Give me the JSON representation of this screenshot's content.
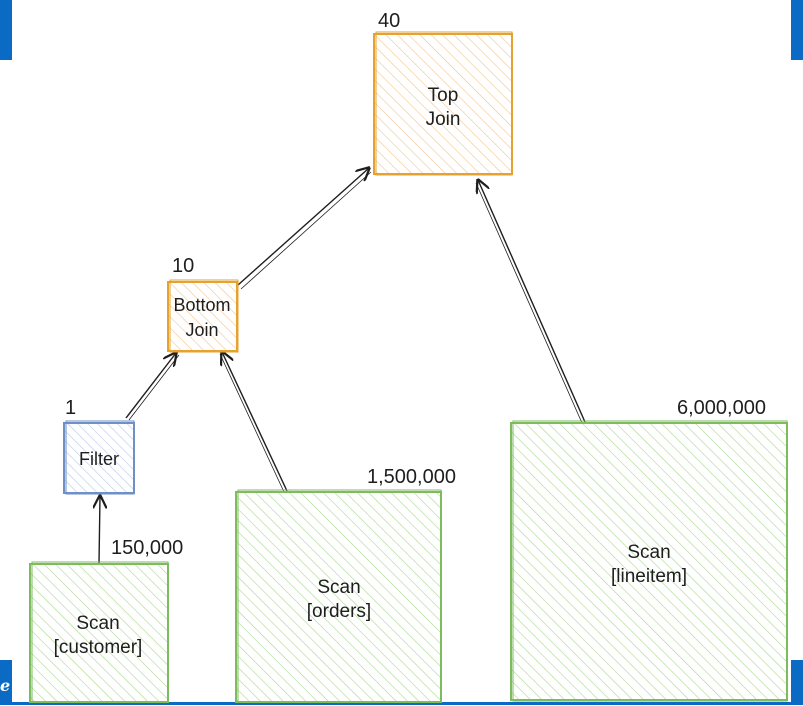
{
  "colors": {
    "accent_blue": "#0b6bc4",
    "orange_stroke": "#e6a22f",
    "orange_fill": "#fbe3cb",
    "green_stroke": "#7dbb5c",
    "green_fill": "#c7e6b6",
    "blue_stroke": "#6f8fc7",
    "blue_fill": "#d8e4f5",
    "arrow": "#1e1e1e"
  },
  "corner_mark": "e",
  "nodes": {
    "top_join": {
      "lines": [
        "Top",
        "Join"
      ],
      "count": "40"
    },
    "bottom_join": {
      "lines": [
        "Bottom",
        "Join"
      ],
      "count": "10"
    },
    "filter": {
      "lines": [
        "Filter"
      ],
      "count": "1"
    },
    "scan_customer": {
      "lines": [
        "Scan",
        "[customer]"
      ],
      "count": "150,000"
    },
    "scan_orders": {
      "lines": [
        "Scan",
        "[orders]"
      ],
      "count": "1,500,000"
    },
    "scan_lineitem": {
      "lines": [
        "Scan",
        "[lineitem]"
      ],
      "count": "6,000,000"
    }
  },
  "edges": [
    {
      "from": "scan_customer",
      "to": "filter"
    },
    {
      "from": "filter",
      "to": "bottom_join"
    },
    {
      "from": "scan_orders",
      "to": "bottom_join"
    },
    {
      "from": "bottom_join",
      "to": "top_join"
    },
    {
      "from": "scan_lineitem",
      "to": "top_join"
    }
  ]
}
